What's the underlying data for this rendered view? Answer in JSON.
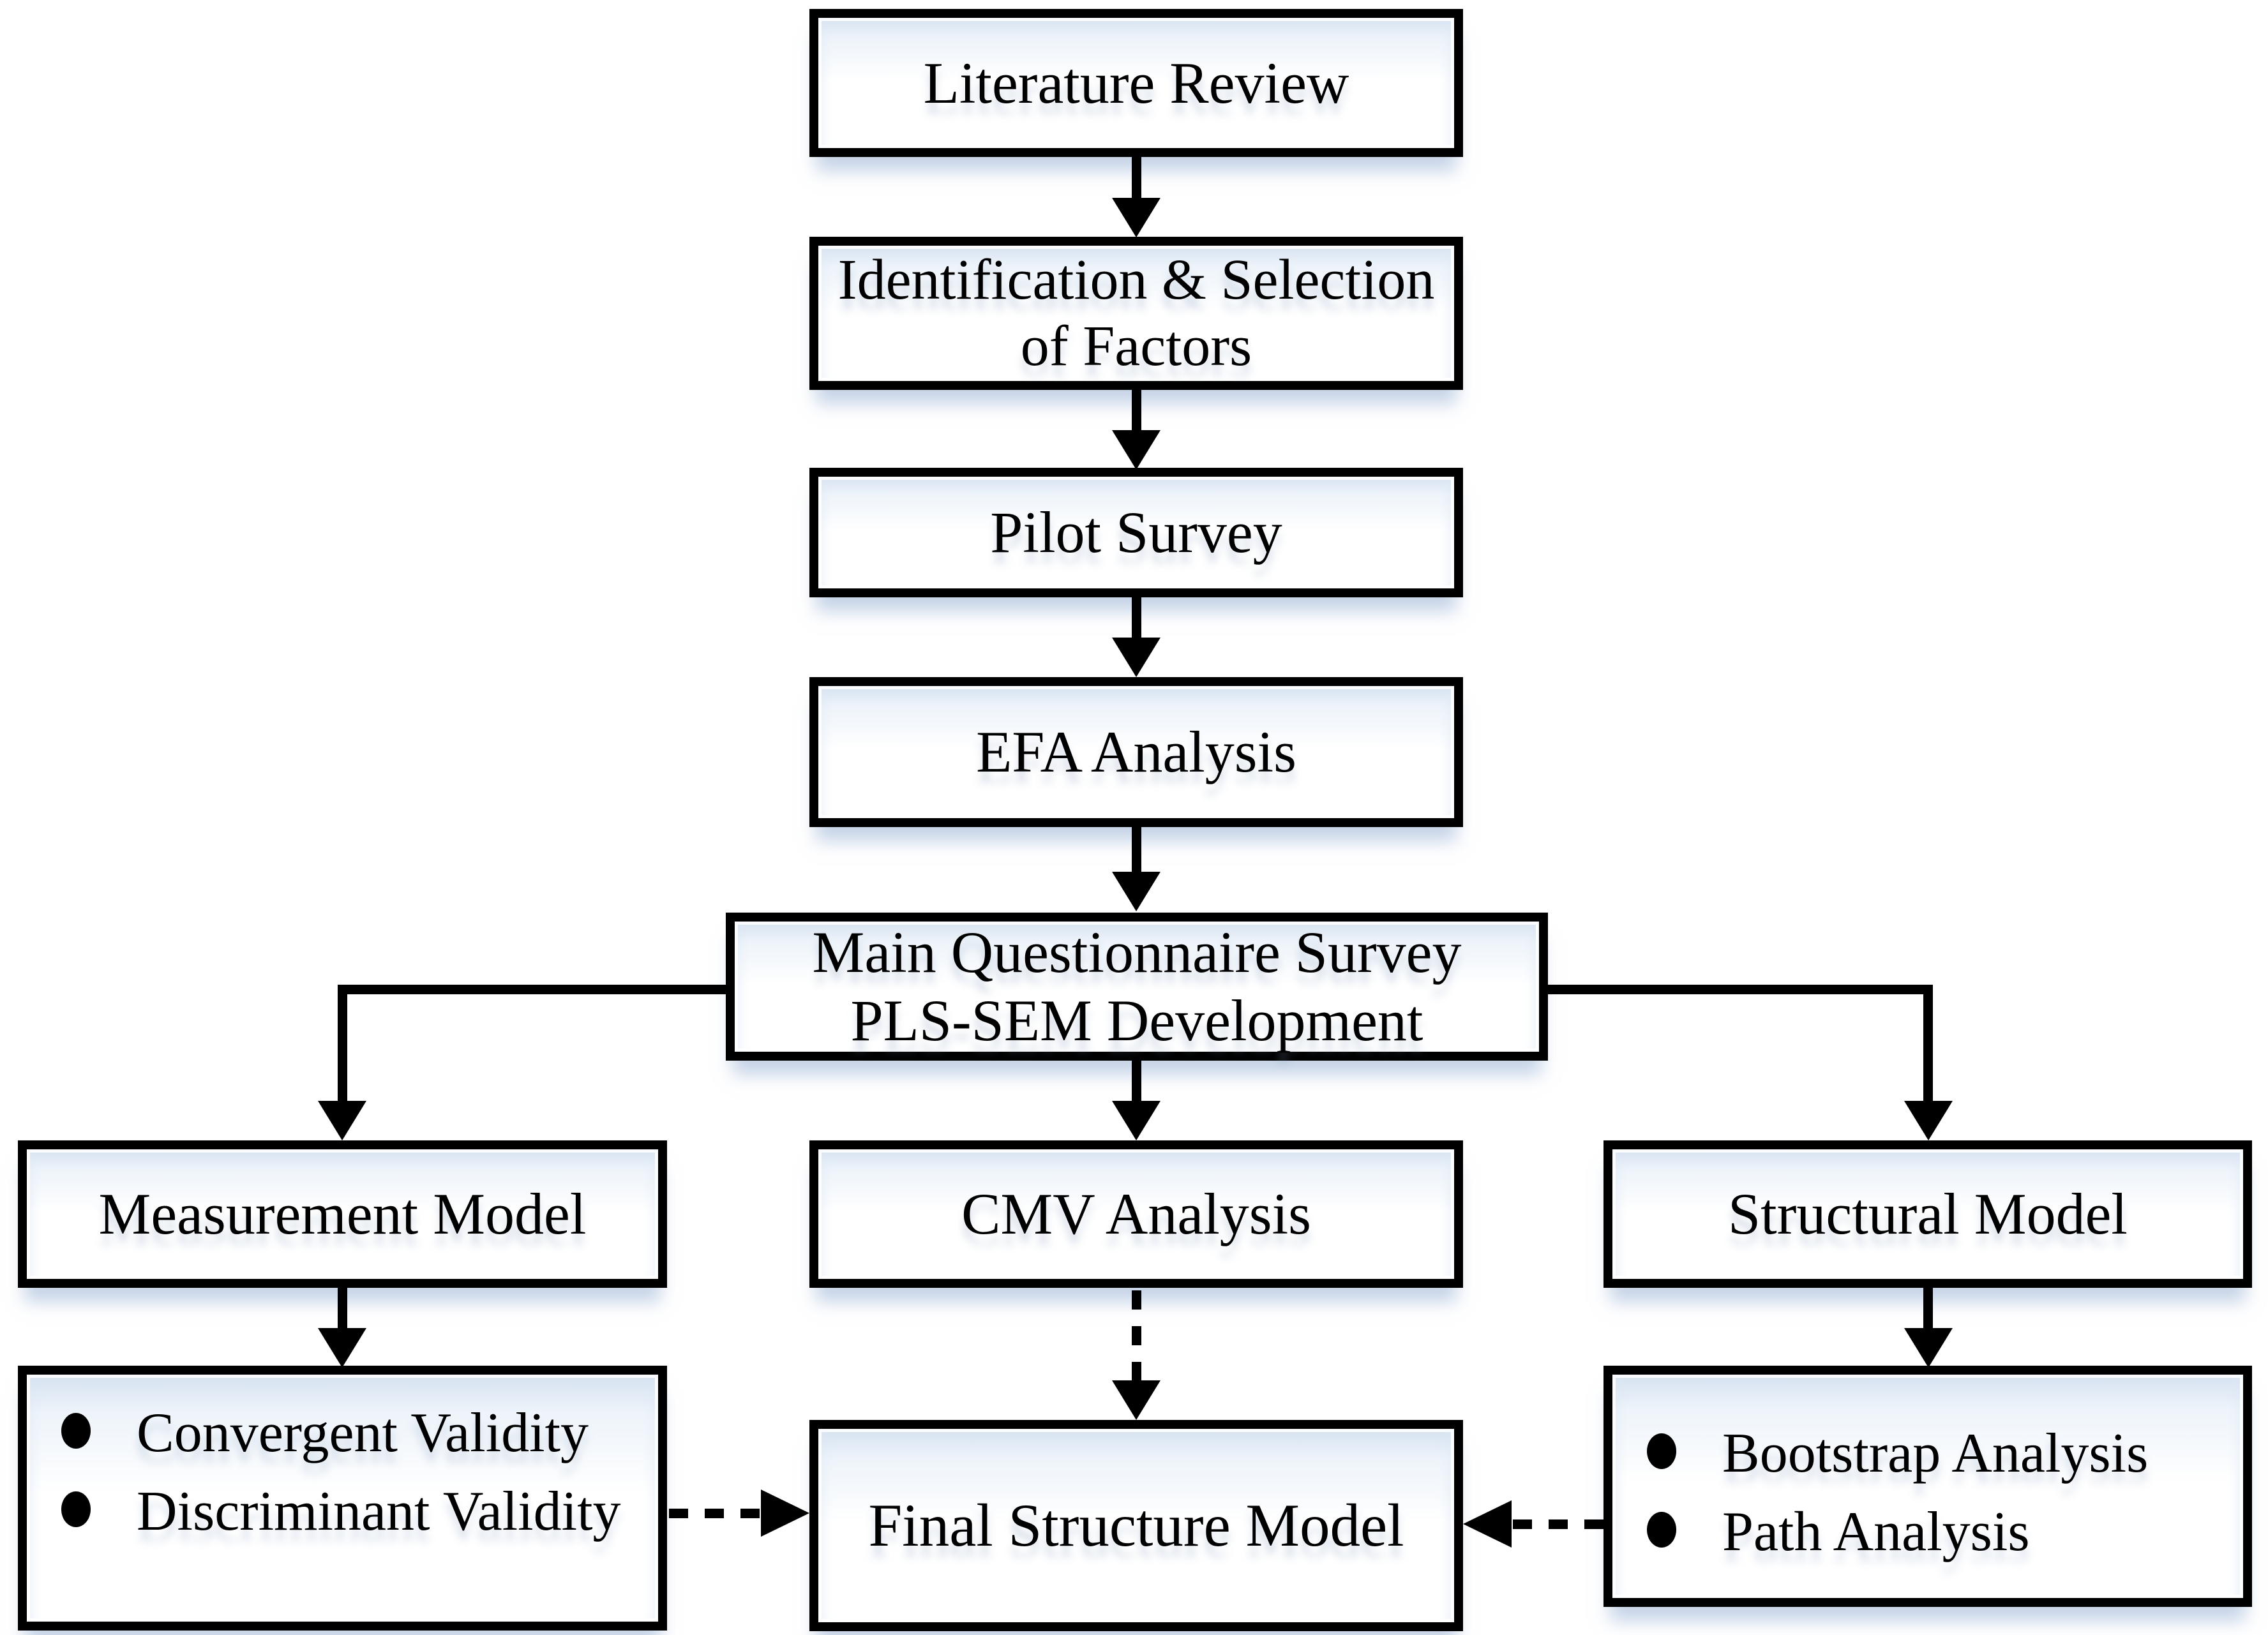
{
  "nodes": {
    "literature_review": {
      "label": "Literature Review"
    },
    "identification_selection": {
      "label": "Identification & Selection of Factors"
    },
    "pilot_survey": {
      "label": "Pilot Survey"
    },
    "efa_analysis": {
      "label": "EFA Analysis"
    },
    "main_questionnaire": {
      "line1": "Main Questionnaire Survey",
      "line2": "PLS-SEM Development"
    },
    "measurement_model": {
      "label": "Measurement Model"
    },
    "cmv_analysis": {
      "label": "CMV Analysis"
    },
    "structural_model": {
      "label": "Structural Model"
    },
    "measurement_outputs": {
      "items": [
        "Convergent Validity",
        "Discriminant Validity"
      ]
    },
    "final_structure_model": {
      "label": "Final Structure Model"
    },
    "structural_outputs": {
      "items": [
        "Bootstrap Analysis",
        "Path Analysis"
      ]
    }
  },
  "connections": [
    {
      "from": "literature_review",
      "to": "identification_selection",
      "style": "solid-arrow"
    },
    {
      "from": "identification_selection",
      "to": "pilot_survey",
      "style": "solid-arrow"
    },
    {
      "from": "pilot_survey",
      "to": "efa_analysis",
      "style": "solid-arrow"
    },
    {
      "from": "efa_analysis",
      "to": "main_questionnaire",
      "style": "solid-arrow"
    },
    {
      "from": "main_questionnaire",
      "to": "measurement_model",
      "style": "solid-arrow"
    },
    {
      "from": "main_questionnaire",
      "to": "cmv_analysis",
      "style": "solid-arrow"
    },
    {
      "from": "main_questionnaire",
      "to": "structural_model",
      "style": "solid-arrow"
    },
    {
      "from": "measurement_model",
      "to": "measurement_outputs",
      "style": "solid-arrow"
    },
    {
      "from": "structural_model",
      "to": "structural_outputs",
      "style": "solid-arrow"
    },
    {
      "from": "cmv_analysis",
      "to": "final_structure_model",
      "style": "dashed-arrow"
    },
    {
      "from": "measurement_outputs",
      "to": "final_structure_model",
      "style": "dashed-arrow"
    },
    {
      "from": "structural_outputs",
      "to": "final_structure_model",
      "style": "dashed-arrow"
    }
  ],
  "colors": {
    "line": "#000000",
    "box_fill": "#ffffff",
    "box_tint_top": "#d6e2f1",
    "shadow_tint": "#96afd4"
  }
}
